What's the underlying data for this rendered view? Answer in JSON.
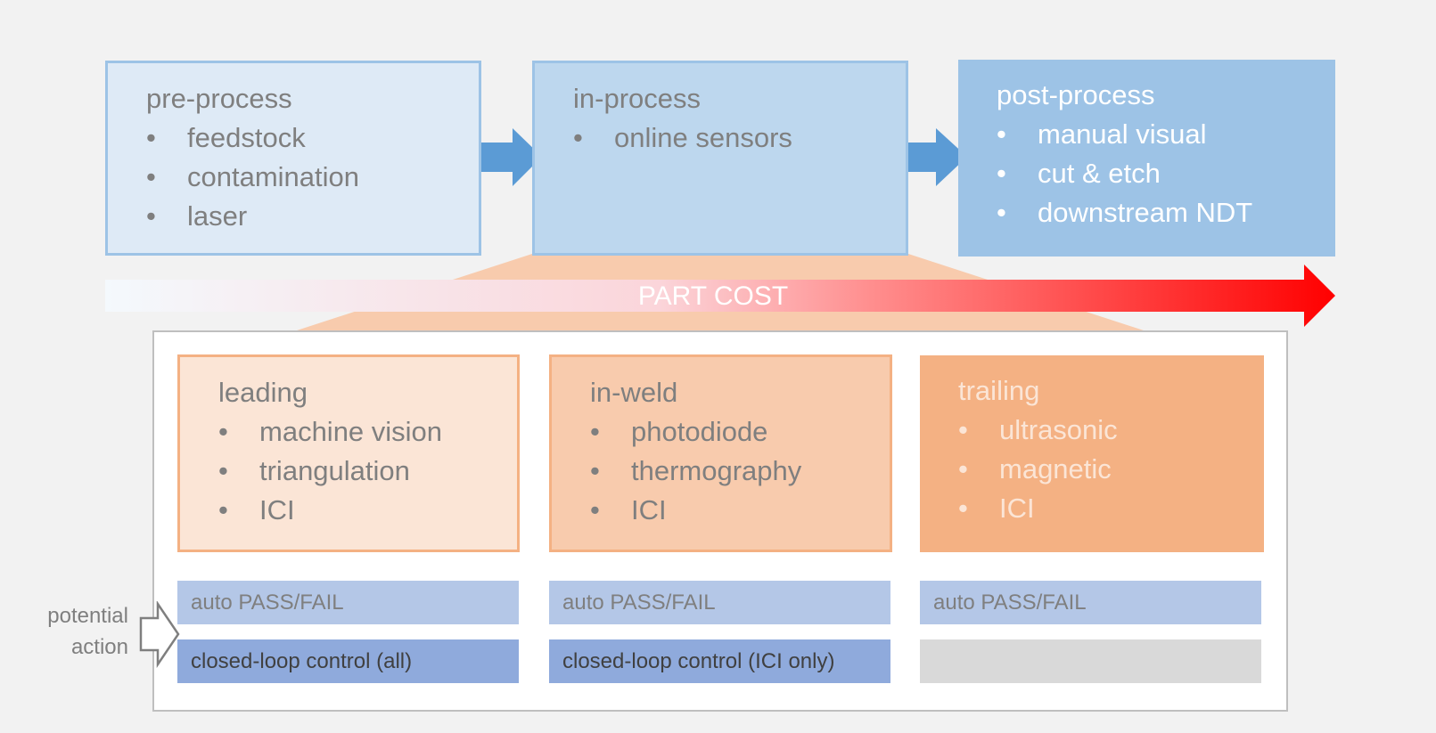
{
  "process_stages": [
    {
      "title": "pre-process",
      "items": [
        "feedstock",
        "contamination",
        "laser"
      ]
    },
    {
      "title": "in-process",
      "items": [
        "online sensors"
      ]
    },
    {
      "title": "post-process",
      "items": [
        "manual visual",
        "cut & etch",
        "downstream NDT"
      ]
    }
  ],
  "cost_arrow": {
    "label": "PART COST"
  },
  "inprocess_stages": [
    {
      "title": "leading",
      "items": [
        "machine vision",
        "triangulation",
        "ICI"
      ]
    },
    {
      "title": "in-weld",
      "items": [
        "photodiode",
        "thermography",
        "ICI"
      ]
    },
    {
      "title": "trailing",
      "items": [
        "ultrasonic",
        "magnetic",
        "ICI"
      ]
    }
  ],
  "potential_action": {
    "label_line1": "potential",
    "label_line2": "action"
  },
  "actions": {
    "pass_fail": [
      "auto PASS/FAIL",
      "auto PASS/FAIL",
      "auto PASS/FAIL"
    ],
    "closed_loop": [
      "closed-loop control (all)",
      "closed-loop control (ICI only)",
      ""
    ]
  },
  "bullet": "•",
  "colors": {
    "blue_arrow": "#5b9bd5",
    "orange_arrow": "#ed7d31",
    "cost_start": "#f4f9fd",
    "cost_end": "#ff0000",
    "zoom_wedge": "#f8cbad"
  }
}
